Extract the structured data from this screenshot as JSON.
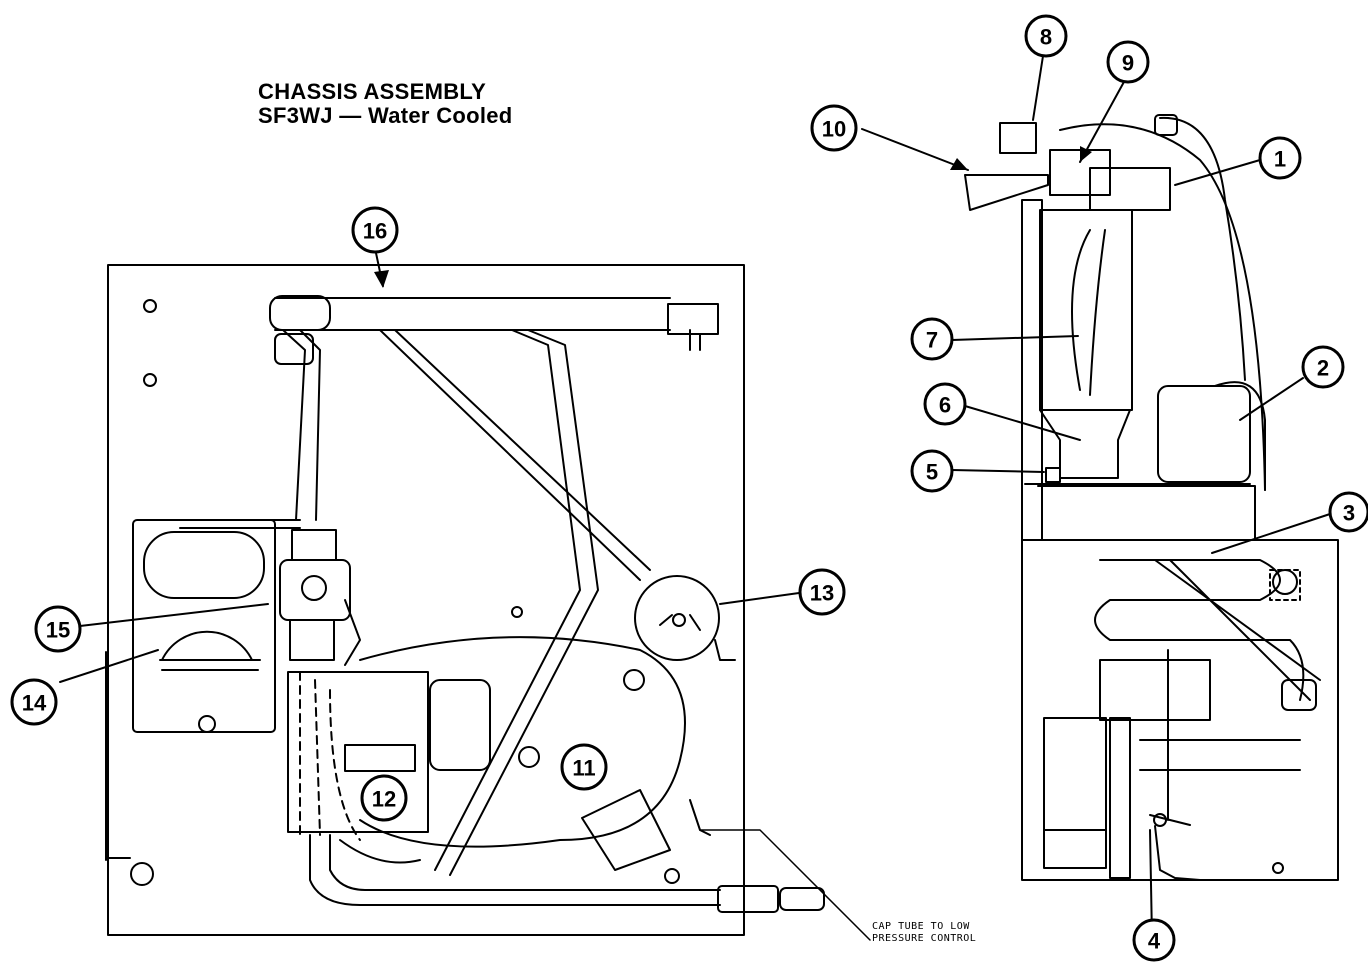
{
  "title": {
    "line1": "CHASSIS ASSEMBLY",
    "line2": "SF3WJ — Water Cooled"
  },
  "callouts": [
    "1",
    "2",
    "3",
    "4",
    "5",
    "6",
    "7",
    "8",
    "9",
    "10",
    "11",
    "12",
    "13",
    "14",
    "15",
    "16"
  ],
  "note": {
    "line1": "CAP TUBE TO LOW",
    "line2": "PRESSURE CONTROL"
  }
}
